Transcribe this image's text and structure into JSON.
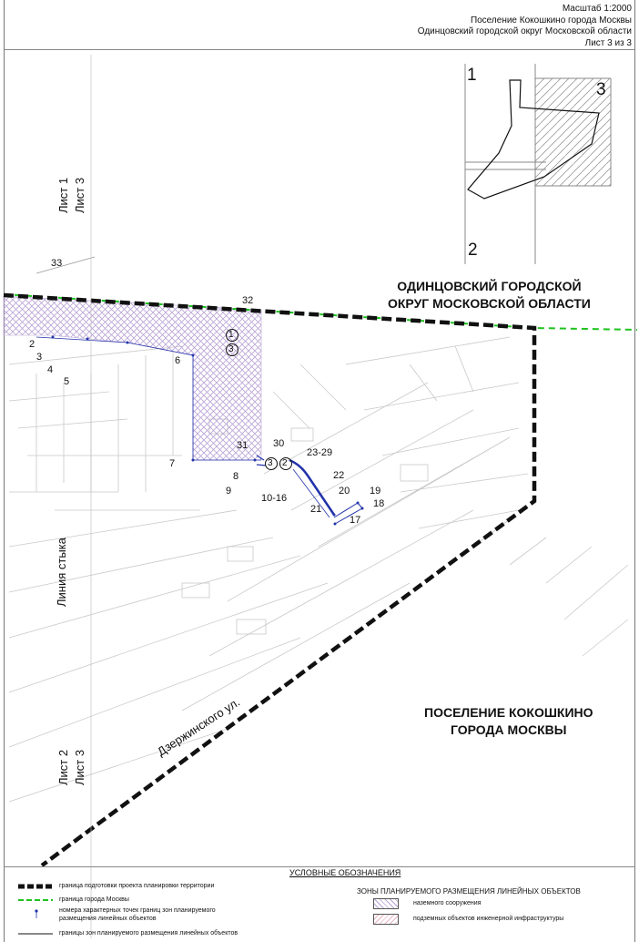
{
  "header": {
    "scale": "Масштаб 1:2000",
    "line1": "Поселение Кокошкино города Москвы",
    "line2": "Одинцовский городской округ Московской области",
    "sheet": "Лист 3 из 3"
  },
  "inset": {
    "n1": "1",
    "n2": "2",
    "n3": "3"
  },
  "zones": {
    "odintsovo": [
      "ОДИНЦОВСКИЙ ГОРОДСКОЙ",
      "ОКРУГ МОСКОВСКОЙ ОБЛАСТИ"
    ],
    "kokoshkino": [
      "ПОСЕЛЕНИЕ КОКОШКИНО",
      "ГОРОДА МОСКВЫ"
    ]
  },
  "sheet_labels": {
    "top_a": "Лист 1",
    "top_b": "Лист 3",
    "joint": "Линия стыка",
    "bottom_a": "Лист 2",
    "bottom_b": "Лист 3"
  },
  "street": "Дзержинского ул.",
  "points": {
    "p33": "33",
    "p32": "32",
    "p2": "2",
    "p3": "3",
    "p4": "4",
    "p5": "5",
    "p6": "6",
    "p7": "7",
    "p8": "8",
    "p9": "9",
    "p31": "31",
    "p30": "30",
    "p2329": "23-29",
    "p22": "22",
    "p20": "20",
    "p19": "19",
    "p18": "18",
    "p17": "17",
    "p21": "21",
    "p1016": "10-16"
  },
  "markers": {
    "m1": "1",
    "m3a": "3",
    "m3b": "3",
    "m2": "2"
  },
  "legend": {
    "title": "УСЛОВНЫЕ ОБОЗНАЧЕНИЯ",
    "items": [
      "граница подготовки проекта планировки территории",
      "граница города Москвы",
      "номера характерных точек границ зон планируемого",
      "размещения линейных объектов",
      "границы зон планируемого размещения линейных объектов"
    ],
    "zones_title": "ЗОНЫ ПЛАНИРУЕМОГО РАЗМЕЩЕНИЯ ЛИНЕЙНЫХ ОБЪЕКТОВ",
    "zone_items": [
      "наземного сооружения",
      "подземных объектов инженерной инфраструктуры"
    ]
  },
  "colors": {
    "boundary": "#111111",
    "moscow_border": "#1ec21e",
    "hatch": "#b9a3d6",
    "points": "#2233aa"
  }
}
